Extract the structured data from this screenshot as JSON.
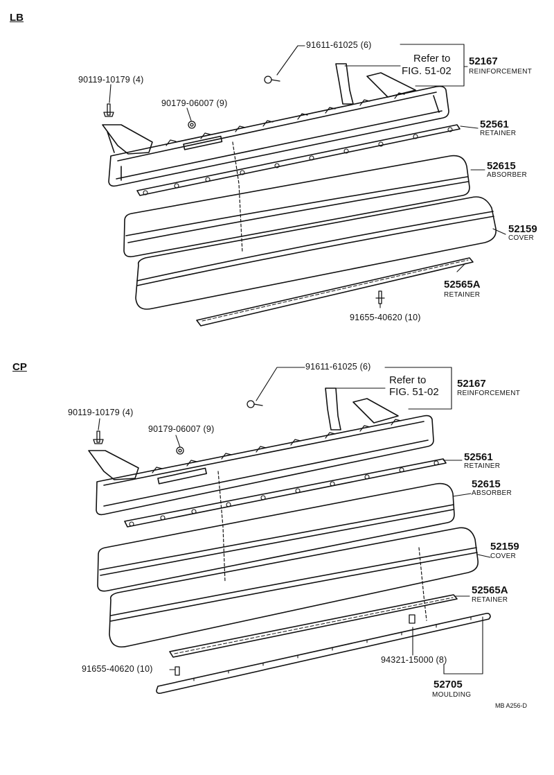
{
  "sections": {
    "lb": {
      "label": "LB",
      "fasteners": {
        "bolt_top": "91611-61025 (6)",
        "bolt_left": "90119-10179 (4)",
        "nut": "90179-06007 (9)",
        "clip_bottom": "91655-40620 (10)"
      },
      "refer_line1": "Refer to",
      "refer_line2": "FIG. 51-02",
      "parts": [
        {
          "number": "52167",
          "name": "REINFORCEMENT"
        },
        {
          "number": "52561",
          "name": "RETAINER"
        },
        {
          "number": "52615",
          "name": "ABSORBER"
        },
        {
          "number": "52159",
          "name": "COVER"
        },
        {
          "number": "52565A",
          "name": "RETAINER"
        }
      ]
    },
    "cp": {
      "label": "CP",
      "fasteners": {
        "bolt_top": "91611-61025 (6)",
        "bolt_left": "90119-10179 (4)",
        "nut": "90179-06007 (9)",
        "clip_bottom": "91655-40620 (10)",
        "clip_moulding": "94321-15000 (8)"
      },
      "refer_line1": "Refer to",
      "refer_line2": "FIG. 51-02",
      "parts": [
        {
          "number": "52167",
          "name": "REINFORCEMENT"
        },
        {
          "number": "52561",
          "name": "RETAINER"
        },
        {
          "number": "52615",
          "name": "ABSORBER"
        },
        {
          "number": "52159",
          "name": "COVER"
        },
        {
          "number": "52565A",
          "name": "RETAINER"
        },
        {
          "number": "52705",
          "name": "MOULDING"
        }
      ]
    }
  },
  "figure_code": "MB  A256-D"
}
